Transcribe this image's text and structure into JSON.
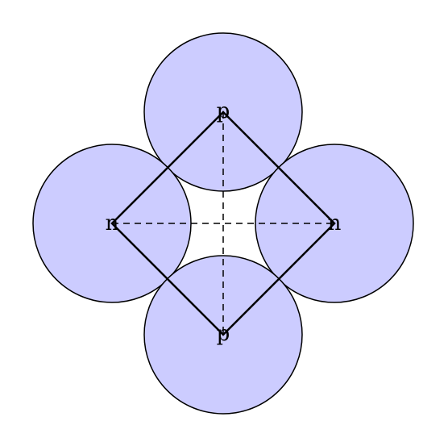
{
  "diagram": {
    "labels": {
      "top": "p",
      "left": "n",
      "right": "n",
      "bottom": "p"
    },
    "colors": {
      "circle_fill": "#ccccff",
      "stroke": "#000000"
    }
  }
}
